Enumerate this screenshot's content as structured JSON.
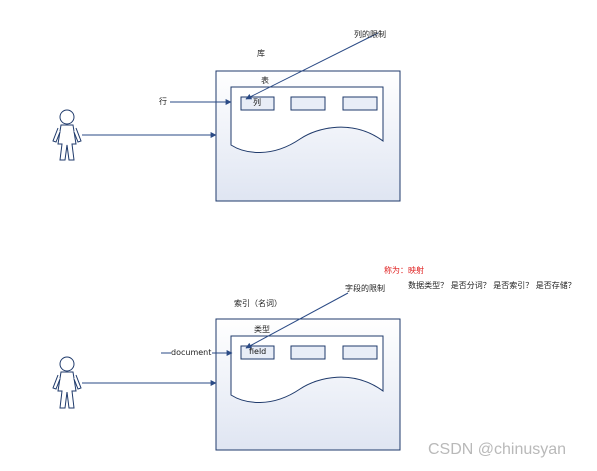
{
  "diagram_top": {
    "db_label": "库",
    "table_label": "表",
    "row_label": "行",
    "column_label": "列",
    "constraint_label": "列的限制"
  },
  "diagram_bottom": {
    "index_label": "索引（名词）",
    "type_label": "类型",
    "document_label": "document",
    "field_label": "field",
    "constraint_label": "字段的限制",
    "mapping_label": "称为：映射",
    "question_note": "数据类型？ 是否分词？ 是否索引？ 是否存储？"
  },
  "watermark": "CSDN @chinusyan",
  "colors": {
    "box_fill": "#eef1f8",
    "box_border": "#1f3a6b",
    "arrow": "#2a4a85",
    "red_text": "#e02020"
  }
}
